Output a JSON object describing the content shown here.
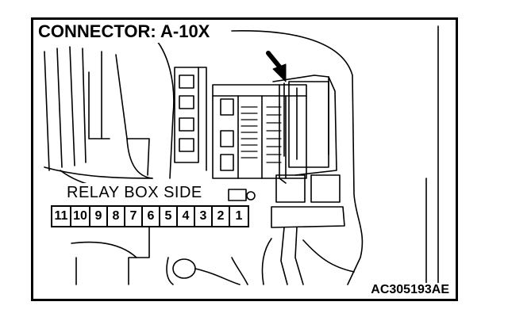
{
  "title": "CONNECTOR: A-10X",
  "side_label": "RELAY BOX SIDE",
  "pins": [
    "11",
    "10",
    "9",
    "8",
    "7",
    "6",
    "5",
    "4",
    "3",
    "2",
    "1"
  ],
  "figure_code": "AC305193AE",
  "colors": {
    "line": "#000000",
    "background": "#ffffff"
  }
}
